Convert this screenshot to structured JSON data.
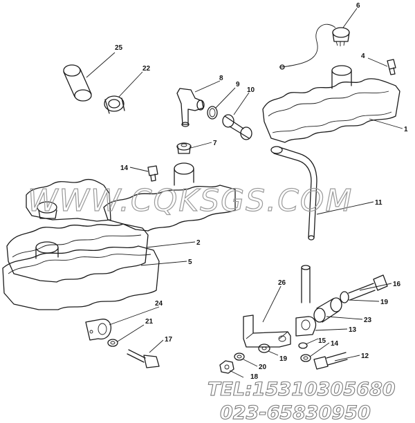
{
  "callouts": [
    "25",
    "22",
    "8",
    "9",
    "10",
    "6",
    "4",
    "1",
    "7",
    "14",
    "11",
    "2",
    "5",
    "16",
    "19",
    "23",
    "13",
    "15",
    "14",
    "12",
    "26",
    "24",
    "21",
    "17",
    "18",
    "19",
    "20"
  ],
  "watermark": "WWW.CQKSGS.COM",
  "contact": {
    "phone": "TEL:15310305680",
    "phone2": "023-65830950"
  }
}
